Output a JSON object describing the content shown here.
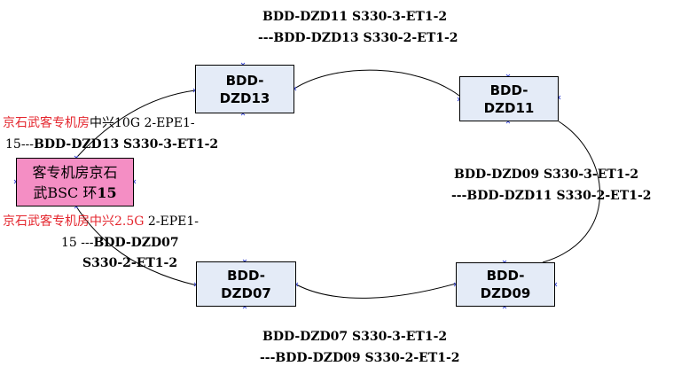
{
  "nodes": {
    "dzd13": {
      "line1": "BDD-",
      "line2": "DZD13"
    },
    "dzd11": {
      "line1": "BDD-",
      "line2": "DZD11"
    },
    "dzd07": {
      "line1": "BDD-",
      "line2": "DZD07"
    },
    "dzd09": {
      "line1": "BDD-",
      "line2": "DZD09"
    },
    "hub": {
      "line1": "客专机房京石",
      "line2a": "武BSC 环",
      "line2b": "15"
    }
  },
  "links": {
    "top": {
      "line1": "BDD-DZD11    S330-3-ET1-2",
      "line2": "---BDD-DZD13   S330-2-ET1-2"
    },
    "right": {
      "line1": "BDD-DZD09    S330-3-ET1-2",
      "line2": "---BDD-DZD11   S330-2-ET1-2"
    },
    "bottom": {
      "line1": "BDD-DZD07    S330-3-ET1-2",
      "line2": "---BDD-DZD09   S330-2-ET1-2"
    },
    "hub_upper": {
      "red": "京石武客专机房",
      "black_after": "中兴10G  2-EPE1-",
      "line2_prefix": "15---",
      "line2_bold": "BDD-DZD13   S330-3-ET1-2"
    },
    "hub_lower": {
      "red": "京石武客专机房中兴2.5G",
      "black_after": " 2-EPE1-",
      "line2_prefix": "15  ---",
      "line2_bold": "BDD-DZD07",
      "line3": "S330-2-ET1-2"
    }
  },
  "colors": {
    "node_fill": "#e4ebf7",
    "hub_fill": "#f48ec4",
    "red_text": "#e4262e",
    "marker": "#3b4ad8"
  }
}
